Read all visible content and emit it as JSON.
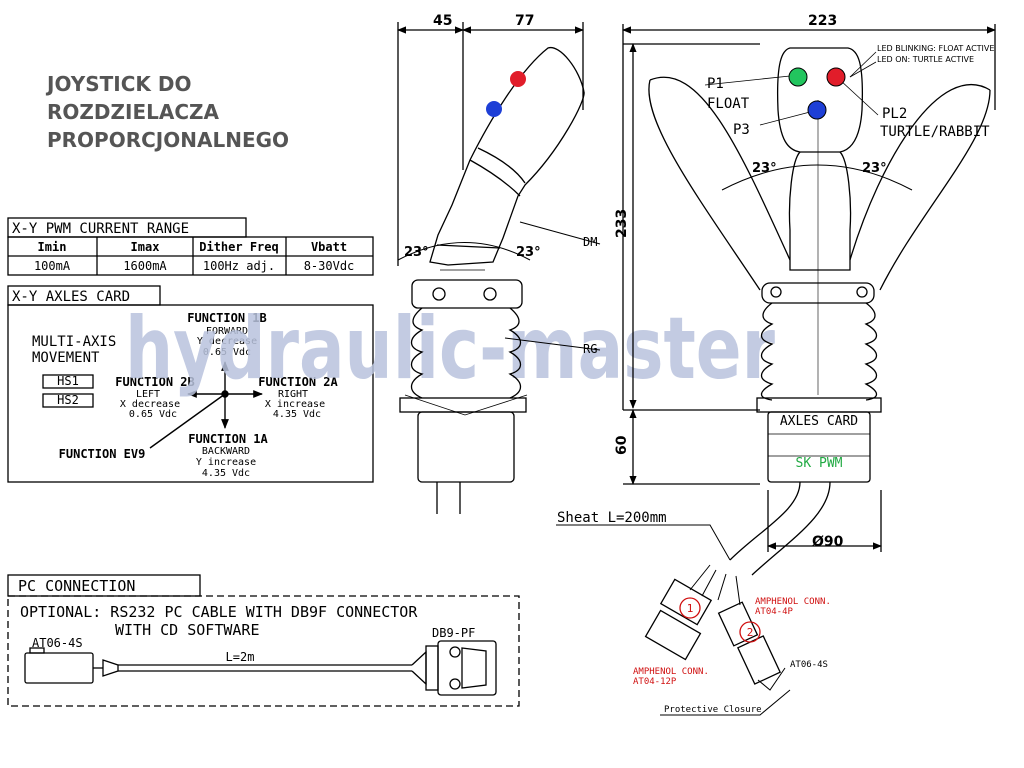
{
  "title_lines": [
    "JOYSTICK DO",
    "ROZDZIELACZA",
    "PROPORCJONALNEGO"
  ],
  "pwm_table": {
    "title": "X-Y PWM CURRENT RANGE",
    "headers": [
      "Imin",
      "Imax",
      "Dither Freq",
      "Vbatt"
    ],
    "row": [
      "100mA",
      "1600mA",
      "100Hz adj.",
      "8-30Vdc"
    ]
  },
  "axes_card": {
    "title": "X-Y AXLES CARD",
    "multi_axis": [
      "MULTI-AXIS",
      "MOVEMENT"
    ],
    "switches": [
      "HS1",
      "HS2"
    ],
    "functions": {
      "forward": {
        "name": "FUNCTION 1B",
        "dir": "FORWARD",
        "change": "Y decrease",
        "volt": "0.65 Vdc"
      },
      "backward": {
        "name": "FUNCTION 1A",
        "dir": "BACKWARD",
        "change": "Y increase",
        "volt": "4.35 Vdc"
      },
      "left": {
        "name": "FUNCTION 2B",
        "dir": "LEFT",
        "change": "X decrease",
        "volt": "0.65 Vdc"
      },
      "right": {
        "name": "FUNCTION 2A",
        "dir": "RIGHT",
        "change": "X increase",
        "volt": "4.35 Vdc"
      },
      "ev9": "FUNCTION EV9"
    }
  },
  "pc_connection": {
    "title": "PC CONNECTION",
    "optional": [
      "OPTIONAL: RS232 PC CABLE WITH DB9F CONNECTOR",
      "WITH CD SOFTWARE"
    ],
    "left_conn": "AT06-4S",
    "right_conn": "DB9-PF",
    "length": "L=2m"
  },
  "side_view": {
    "dim_top_left": "45",
    "dim_top_right": "77",
    "angle": "23°",
    "label_dm": "DM",
    "label_rg": "RG"
  },
  "front_view": {
    "width": "223",
    "height": "233",
    "base_height": "60",
    "diameter": "Ø90",
    "angle": "23°",
    "led_blinking": "LED BLINKING: FLOAT ACTIVE",
    "led_on": "LED ON: TURTLE ACTIVE",
    "p1": "P1",
    "float": "FLOAT",
    "p3": "P3",
    "pl2": "PL2",
    "turtle": "TURTLE/RABBIT",
    "axles_card": "AXLES CARD",
    "sk_pwm": "SK PWM",
    "sheat": "Sheat L=200mm",
    "amphenol_4p": [
      "AMPHENOL CONN.",
      "AT04-4P"
    ],
    "amphenol_12p": [
      "AMPHENOL CONN.",
      "AT04-12P"
    ],
    "at06": "AT06-4S",
    "protective": "Protective Closure",
    "num1": "1",
    "num2": "2"
  },
  "watermark": "hydraulic-master",
  "colors": {
    "led_green": "#22c55e",
    "led_red": "#e11d2a",
    "led_blue": "#1e3fd6",
    "conn_red": "#d01010",
    "sk_green": "#22aa44",
    "watermark": "#b9c3dd"
  }
}
